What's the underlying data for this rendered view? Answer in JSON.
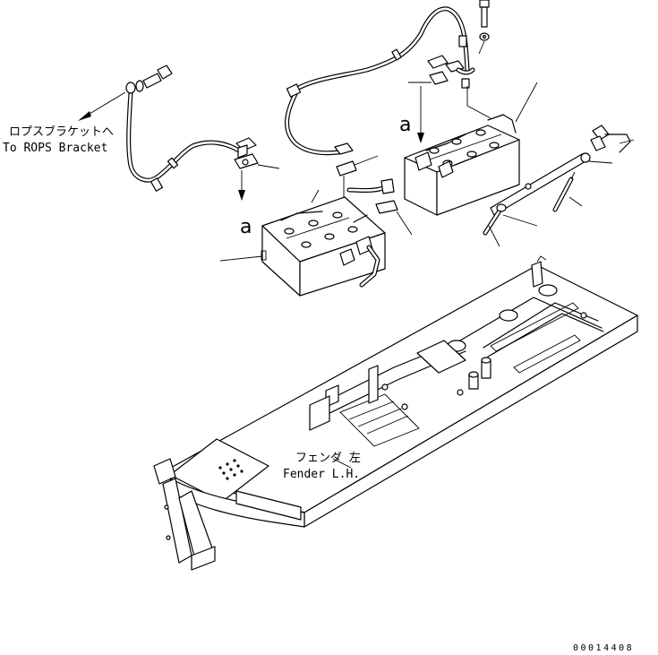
{
  "labels": {
    "rops_jp": "ロプスブラケットへ",
    "rops_en": "To ROPS Bracket",
    "fender_jp": "フェンダ 左",
    "fender_en": "Fender L.H.",
    "view_a_left": "a",
    "view_a_right": "a"
  },
  "drawing_code": "00014408"
}
